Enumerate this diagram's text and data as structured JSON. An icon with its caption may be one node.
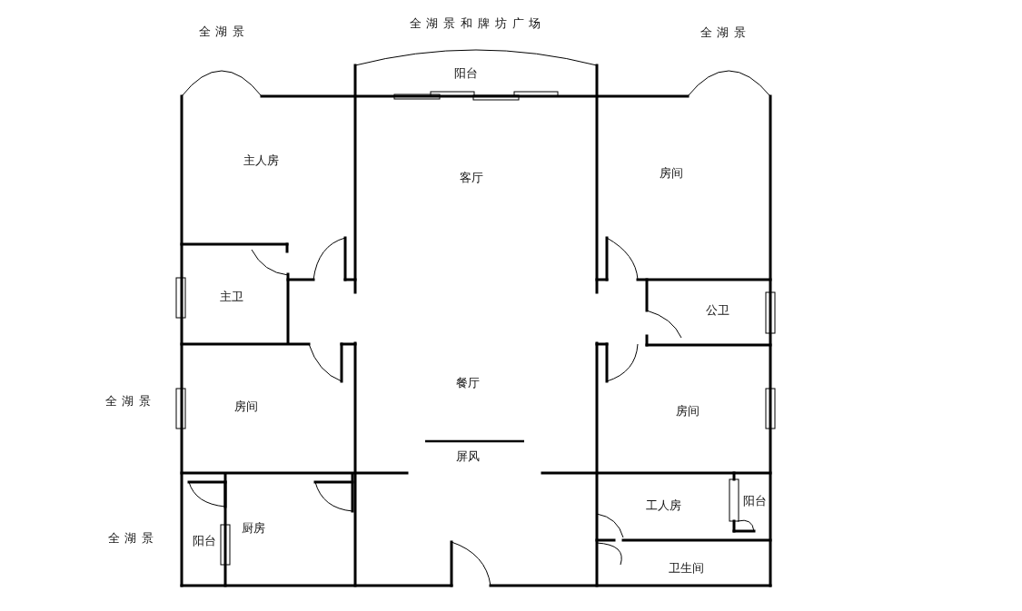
{
  "diagram": {
    "labels": [
      "全湖景",
      "全湖景和牌坊广场",
      "全湖景",
      "阳台",
      "主人房",
      "客厅",
      "房间",
      "主卫",
      "公卫",
      "全湖景",
      "房间",
      "餐厅",
      "房间",
      "屏风",
      "工人房",
      "阳台",
      "全湖景",
      "阳台",
      "厨房",
      "卫生间"
    ]
  }
}
